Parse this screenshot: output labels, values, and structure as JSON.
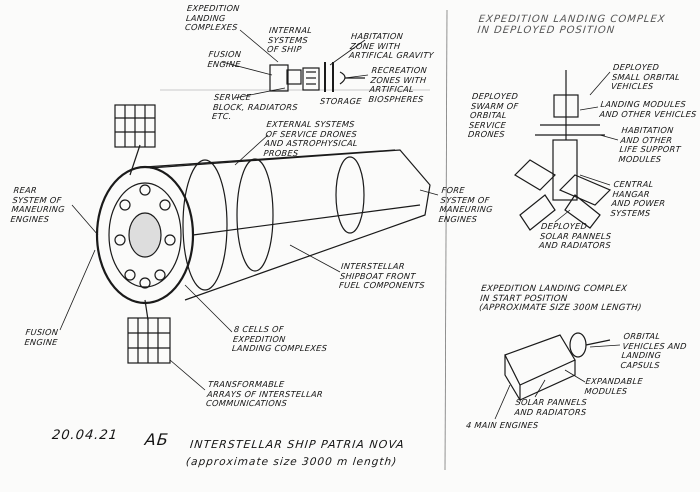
{
  "top_sketch": {
    "expedition_landing_complexes": "Expedition\nlanding\ncomplexes",
    "internal_systems": "Internal\nsystems\nof ship",
    "habitation_zone": "Habitation\nzone with\nartifical gravity",
    "fusion_engine": "Fusion\nengine",
    "recreation_zones": "Recreation\nzones with\nartifical\nbiospheres",
    "service_block": "Service\nblock, radiators\netc.",
    "storage": "Storage"
  },
  "main_ship": {
    "external_systems": "External systems\nof service drones\nand astrophysical\nprobes",
    "rear_maneuring": "Rear\nsystem of\nmaneuring\nengines",
    "fore_maneuring": "Fore\nsystem of\nmaneuring\nengines",
    "front_fuel": "Interstellar\nshipboat front\nfuel components",
    "fusion_engine": "Fusion\nengine",
    "cells": "8 cells of\nexpedition\nlanding complexes",
    "comm_arrays": "Transformable\narrays of interstellar\ncommunications",
    "date": "20.04.21",
    "signature": "АБ",
    "title": "Interstellar ship Patria Nova",
    "subtitle": "(approximate size 3000 m length)"
  },
  "deployed": {
    "title": "Expedition landing complex\nin deployed position",
    "small_vehicles": "Deployed\nsmall orbital\nvehicles",
    "landing_modules": "Landing modules\nand other vehicles",
    "habitation": "Habitation\nand other\nlife support\nmodules",
    "hangar": "Central\nhangar\nand power\nsystems",
    "solar": "Deployed\nsolar pannels\nand radiators",
    "drones": "Deployed\nswarm of\norbital\nservice\ndrones"
  },
  "start": {
    "title": "Expedition landing complex\nin start position\n(approximate size 300m length)",
    "orbital": "Orbital\nvehicles and\nlanding\ncapsuls",
    "expandable": "Expandable\nmodules",
    "solar": "Solar pannels\nand radiators",
    "engines": "4 main engines"
  }
}
